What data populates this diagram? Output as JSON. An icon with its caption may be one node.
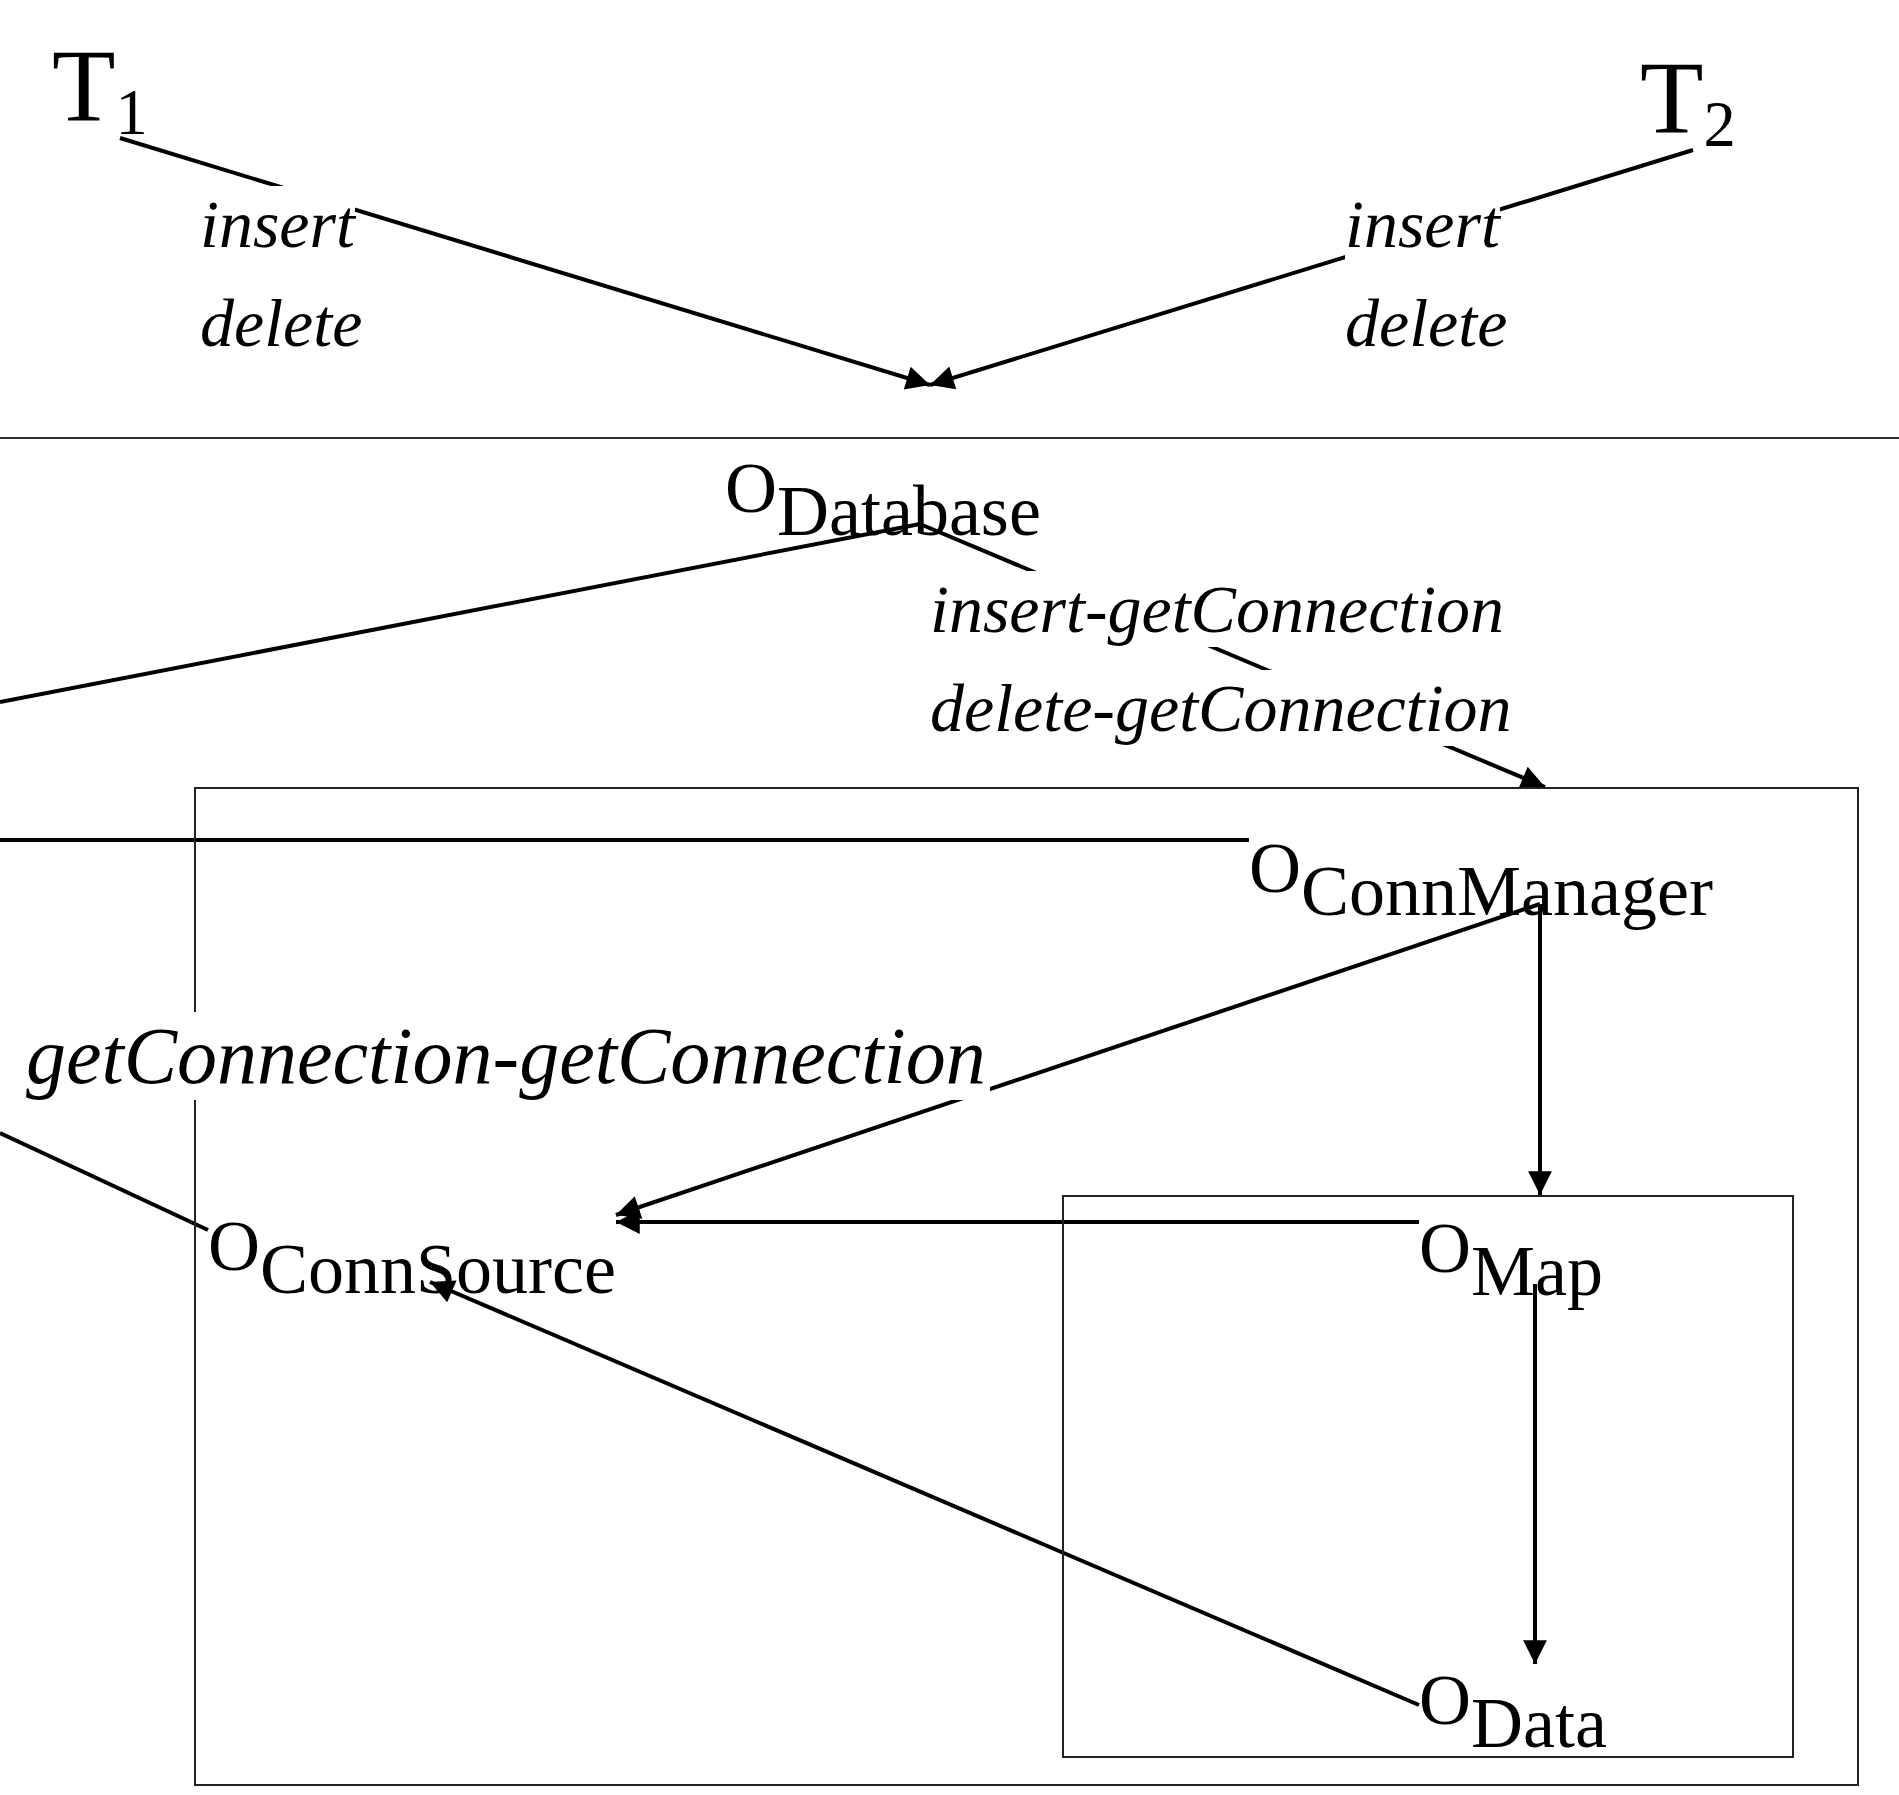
{
  "diagram": {
    "nodes": [
      {
        "text": [
          "T$_{1}$"
        ]
      },
      {
        "text": [
          "T$_{2}$"
        ]
      },
      {
        "text": [
          "O$_{Database}$"
        ]
      },
      {
        "text": [],
        "shape": "box"
      },
      {
        "text": [
          "O$_{ConnManager}$"
        ],
        "in": 3
      },
      {
        "text": [
          "O$_{ConnSource}$"
        ],
        "in": 3
      },
      {
        "text": [],
        "shape": "box",
        "in": 3
      },
      {
        "text": [
          "O$_{Map}$"
        ],
        "in": 6
      },
      {
        "text": [
          "O$_{Data}$"
        ],
        "in": 6
      }
    ],
    "edges": [
      {
        "from": 0,
        "to": null,
        "arrow": "to",
        "label": "insert delete"
      },
      {
        "from": 1,
        "to": null,
        "arrow": "to",
        "label": "insert delete"
      },
      {
        "from": 2,
        "to": null,
        "arrow": "none"
      },
      {
        "from": 2,
        "to": 3,
        "arrow": "to",
        "label": "insert-getConnection delete-getConnection"
      },
      {
        "from": null,
        "to": 4,
        "arrow": "none"
      },
      {
        "from": 4,
        "to": 6,
        "arrow": "to"
      },
      {
        "from": 4,
        "to": 5,
        "arrow": "to"
      },
      {
        "from": 7,
        "to": 5,
        "arrow": "to"
      },
      {
        "from": 7,
        "to": 8,
        "arrow": "to"
      },
      {
        "from": 8,
        "to": 5,
        "arrow": "to"
      },
      {
        "from": null,
        "to": 5,
        "arrow": "none"
      }
    ],
    "labels": [
      "getConnection-getConnection"
    ]
  }
}
